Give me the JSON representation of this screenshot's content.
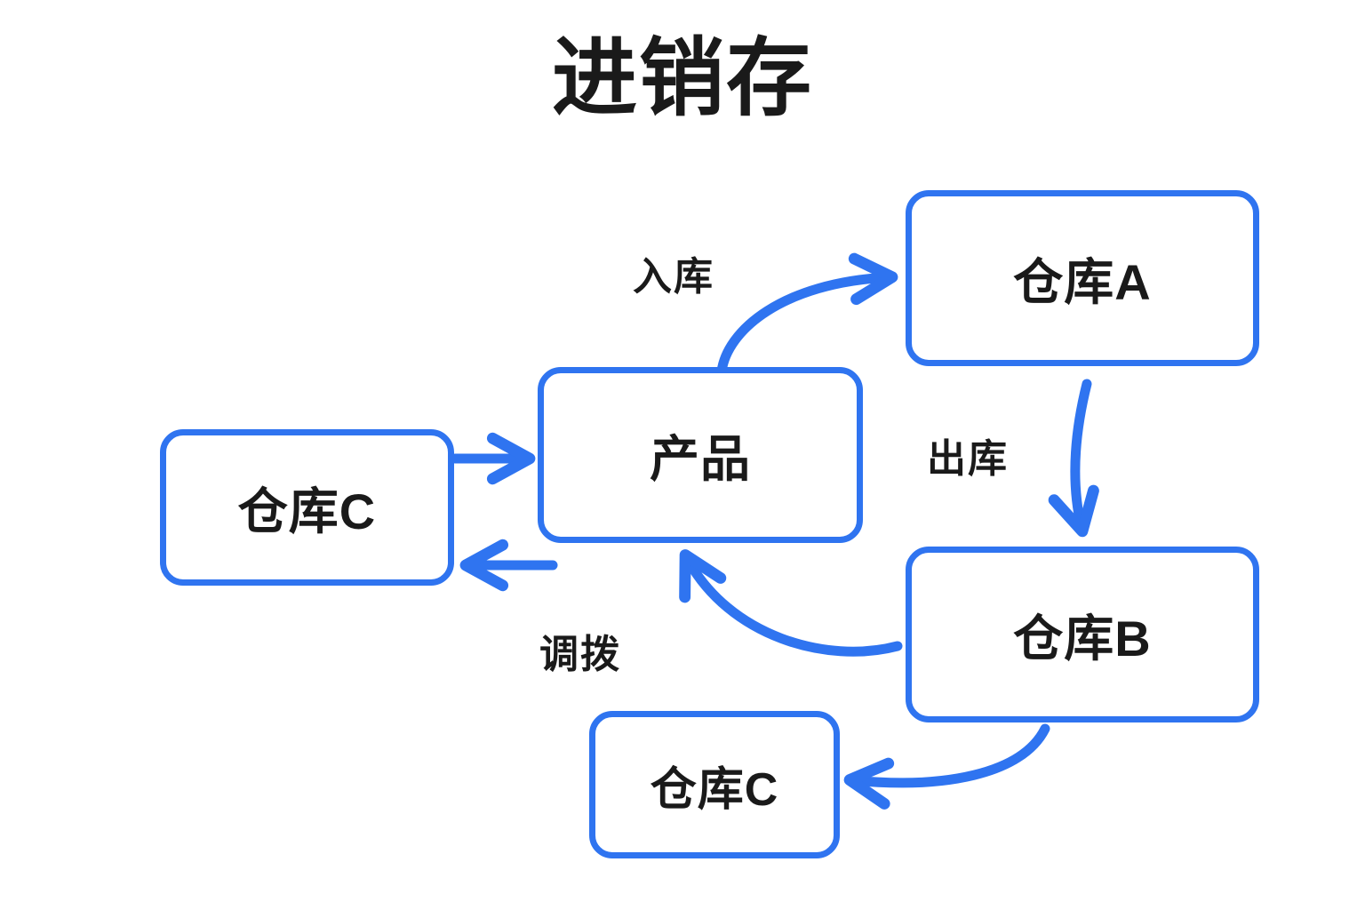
{
  "diagram": {
    "title": "进销存",
    "type": "flowchart",
    "background_color": "#ffffff",
    "accent_color": "#2f74f0",
    "text_color": "#1a1a1a",
    "nodes": [
      {
        "id": "warehouse-a",
        "label": "仓库A"
      },
      {
        "id": "product",
        "label": "产品"
      },
      {
        "id": "warehouse-c-left",
        "label": "仓库C"
      },
      {
        "id": "warehouse-b",
        "label": "仓库B"
      },
      {
        "id": "warehouse-c-bottom",
        "label": "仓库C"
      }
    ],
    "edges": [
      {
        "id": "edge-in",
        "from": "product",
        "to": "warehouse-a",
        "label": "入库",
        "style": "curved"
      },
      {
        "id": "edge-out",
        "from": "warehouse-a",
        "to": "warehouse-b",
        "label": "出库",
        "style": "curved"
      },
      {
        "id": "edge-return",
        "from": "warehouse-b",
        "to": "product",
        "label": "",
        "style": "curved"
      },
      {
        "id": "edge-transfer",
        "from": "warehouse-b",
        "to": "warehouse-c-bottom",
        "label": "调拨",
        "style": "curved"
      },
      {
        "id": "edge-c-in",
        "from": "warehouse-c-left",
        "to": "product",
        "label": "",
        "style": "straight"
      },
      {
        "id": "edge-c-out",
        "from": "product",
        "to": "warehouse-c-left",
        "label": "",
        "style": "straight"
      }
    ]
  }
}
